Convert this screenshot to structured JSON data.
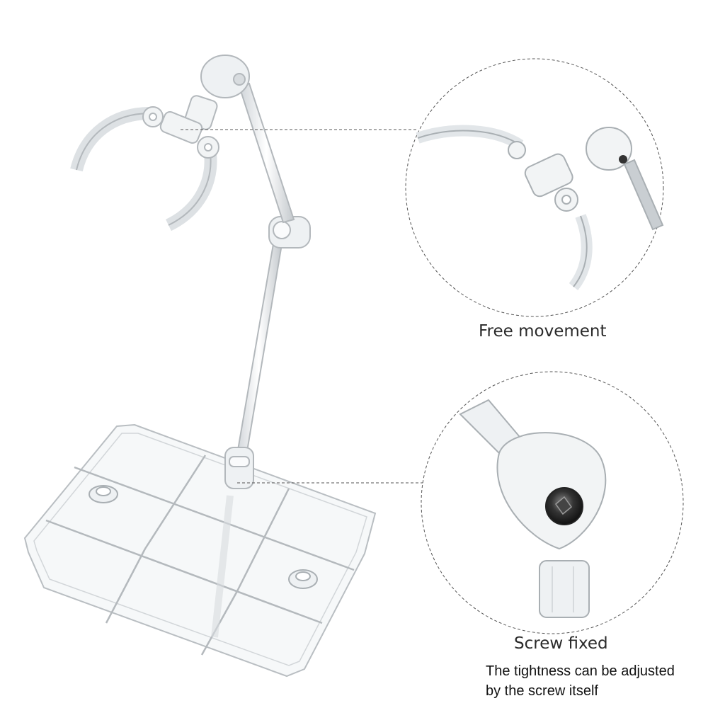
{
  "product": "clear action figure display stand",
  "callouts": {
    "top": {
      "caption": "Free movement",
      "detail": "arm-clamp-closeup"
    },
    "bottom": {
      "caption": "Screw fixed",
      "note_line1": "The tightness can be adjusted",
      "note_line2": "by the screw itself",
      "detail": "screw-joint-closeup"
    }
  },
  "colors": {
    "background": "#ffffff",
    "plastic_edge": "#b9bec2",
    "plastic_fill": "#f4f6f7",
    "screw": "#1b1b1b",
    "leader_line": "#555555"
  }
}
